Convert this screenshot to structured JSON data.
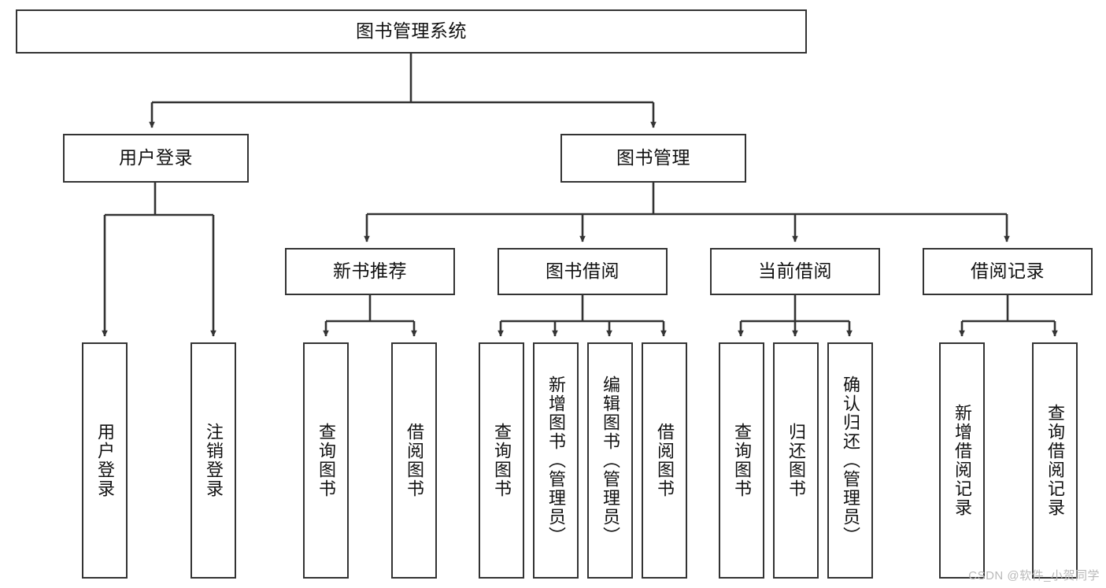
{
  "diagram": {
    "type": "tree",
    "title": "图书管理系统",
    "orientation": "top-down",
    "colors": {
      "box_border": "#333333",
      "box_fill": "#ffffff",
      "edge": "#333333",
      "text": "#111111",
      "watermark": "#b9b9b9",
      "background": "#ffffff"
    },
    "root": {
      "label": "图书管理系统"
    },
    "level2": [
      {
        "id": "user-login",
        "label": "用户登录"
      },
      {
        "id": "book-manage",
        "label": "图书管理"
      }
    ],
    "level3": [
      {
        "id": "new-book-rec",
        "label": "新书推荐",
        "parent": "book-manage"
      },
      {
        "id": "book-borrow",
        "label": "图书借阅",
        "parent": "book-manage"
      },
      {
        "id": "current-borrow",
        "label": "当前借阅",
        "parent": "book-manage"
      },
      {
        "id": "borrow-record",
        "label": "借阅记录",
        "parent": "book-manage"
      }
    ],
    "leaves": {
      "user_login": [
        {
          "id": "leaf-user-login",
          "label": "用户登录"
        },
        {
          "id": "leaf-user-logout",
          "label": "注销登录"
        }
      ],
      "new_book_rec": [
        {
          "id": "leaf-query-book-1",
          "label": "查询图书"
        },
        {
          "id": "leaf-borrow-book-1",
          "label": "借阅图书"
        }
      ],
      "book_borrow": [
        {
          "id": "leaf-query-book-2",
          "label": "查询图书"
        },
        {
          "id": "leaf-add-book",
          "label": "新增图书（管理员）"
        },
        {
          "id": "leaf-edit-book",
          "label": "编辑图书（管理员）"
        },
        {
          "id": "leaf-borrow-book-2",
          "label": "借阅图书"
        }
      ],
      "current_borrow": [
        {
          "id": "leaf-query-book-3",
          "label": "查询图书"
        },
        {
          "id": "leaf-return-book",
          "label": "归还图书"
        },
        {
          "id": "leaf-confirm-return",
          "label": "确认归还（管理员）"
        }
      ],
      "borrow_record": [
        {
          "id": "leaf-add-record",
          "label": "新增借阅记录"
        },
        {
          "id": "leaf-query-record",
          "label": "查询借阅记录"
        }
      ]
    }
  },
  "watermark": {
    "text": "CSDN @软件_小贺同学"
  }
}
